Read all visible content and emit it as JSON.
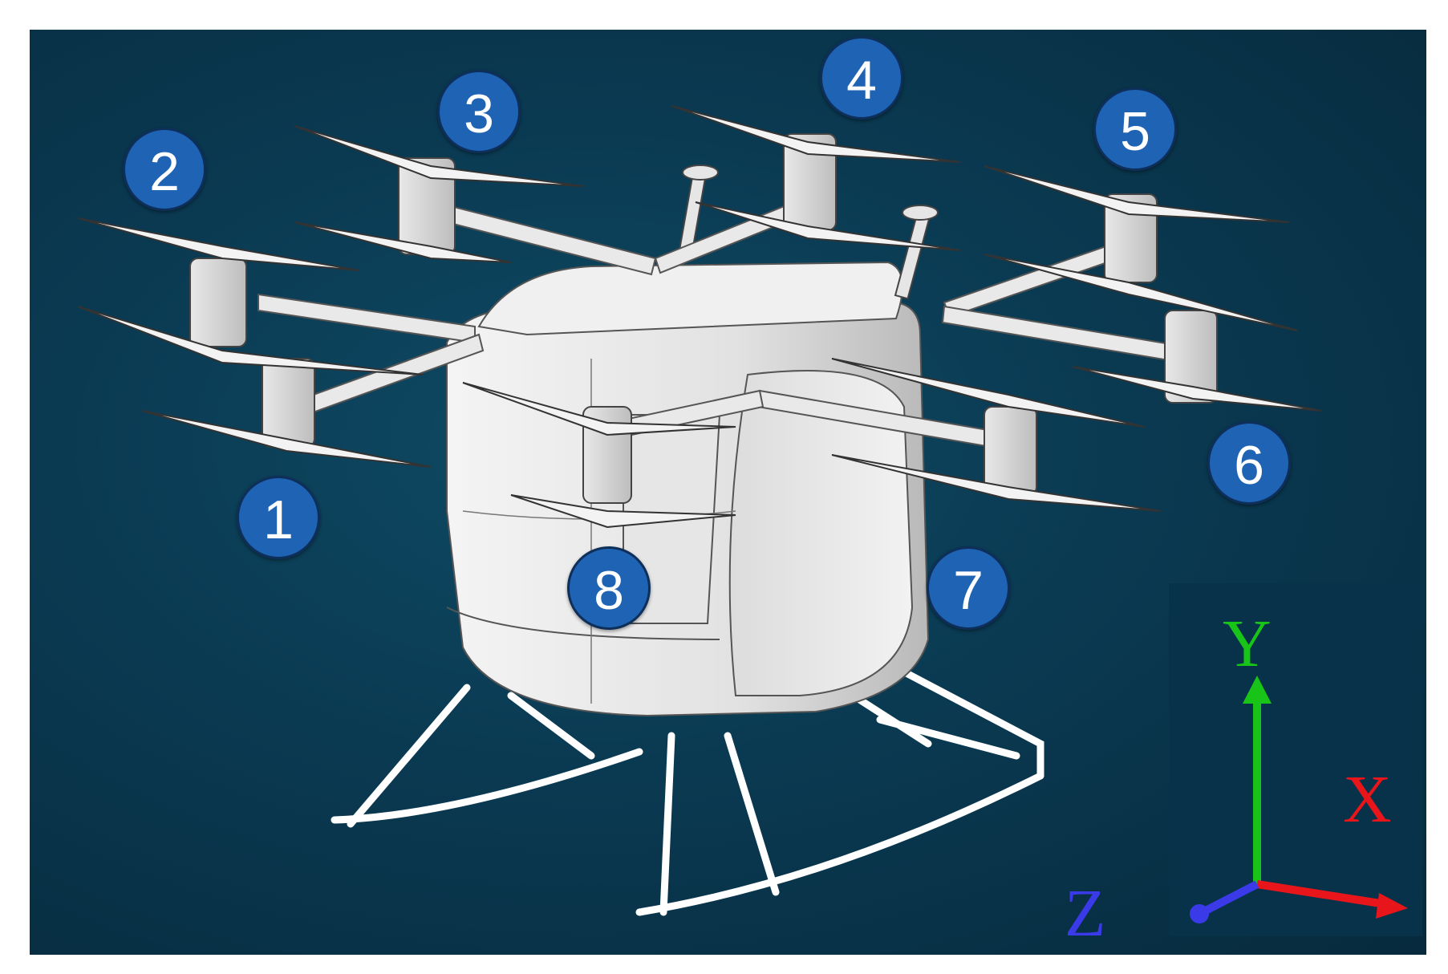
{
  "callouts": [
    "1",
    "2",
    "3",
    "4",
    "5",
    "6",
    "7",
    "8"
  ],
  "axes": {
    "x_label": "X",
    "y_label": "Y",
    "z_label": "Z",
    "x_color": "#e8151a",
    "y_color": "#19c419",
    "z_color": "#3a3ae8"
  },
  "background_color": "#0a3a52"
}
